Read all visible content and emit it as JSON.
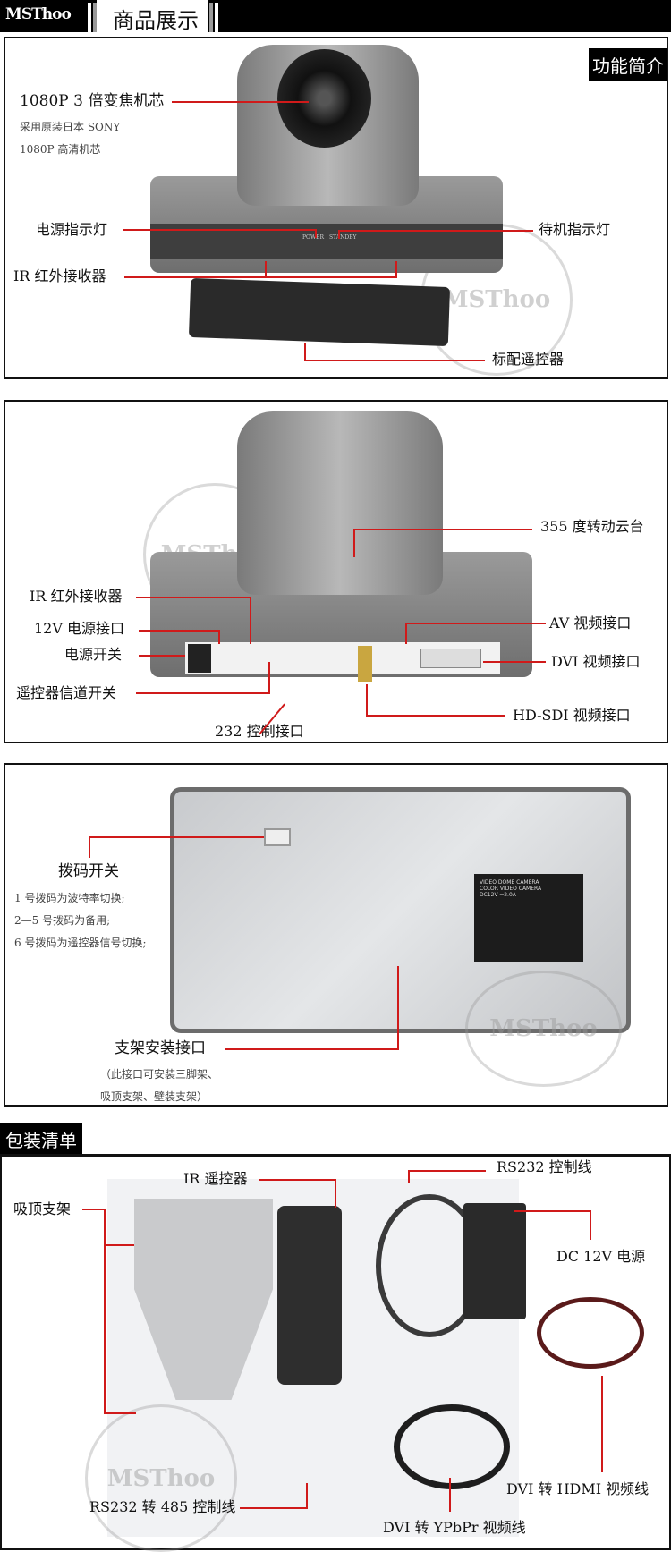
{
  "header": {
    "brand": "MSThoo",
    "title": "商品展示"
  },
  "section1": {
    "tag": "功能简介",
    "lens_title": "1080P  3 倍变焦机芯",
    "lens_sub1": "采用原装日本 SONY",
    "lens_sub2": "1080P 高清机芯",
    "power_led": "电源指示灯",
    "standby_led": "待机指示灯",
    "ir_receiver": "IR 红外接收器",
    "remote": "标配遥控器",
    "led_power_text": "POWER",
    "led_standby_text": "STANDBY"
  },
  "section2": {
    "pan_tilt": "355 度转动云台",
    "ir_receiver": "IR 红外接收器",
    "power_port": "12V 电源接口",
    "power_switch": "电源开关",
    "channel_switch": "遥控器信道开关",
    "rs232_port": "232 控制接口",
    "av_port": "AV 视频接口",
    "dvi_port": "DVI 视频接口",
    "sdi_port": "HD-SDI 视频接口"
  },
  "section3": {
    "dip_title": "拨码开关",
    "dip_lines": [
      "1 号拨码为波特率切换;",
      "2—5 号拨码为备用;",
      "6 号拨码为遥控器信号切换;"
    ],
    "mount_title": "支架安装接口",
    "mount_lines": [
      "（此接口可安装三脚架、",
      "吸顶支架、壁装支架）"
    ],
    "plate_l1": "VIDEO DOME CAMERA",
    "plate_l2": "COLOR VIDEO CAMERA",
    "plate_l3": "DC12V ⎓2.0A"
  },
  "section4": {
    "tag": "包装清单",
    "ceiling_mount": "吸顶支架",
    "ir_remote": "IR 遥控器",
    "rs232_cable": "RS232 控制线",
    "dc_power": "DC 12V 电源",
    "dvi_hdmi": "DVI 转 HDMI 视频线",
    "rs232_485": "RS232 转 485 控制线",
    "dvi_ypbpr": "DVI 转 YPbPr 视频线"
  },
  "watermark": "MSThoo"
}
